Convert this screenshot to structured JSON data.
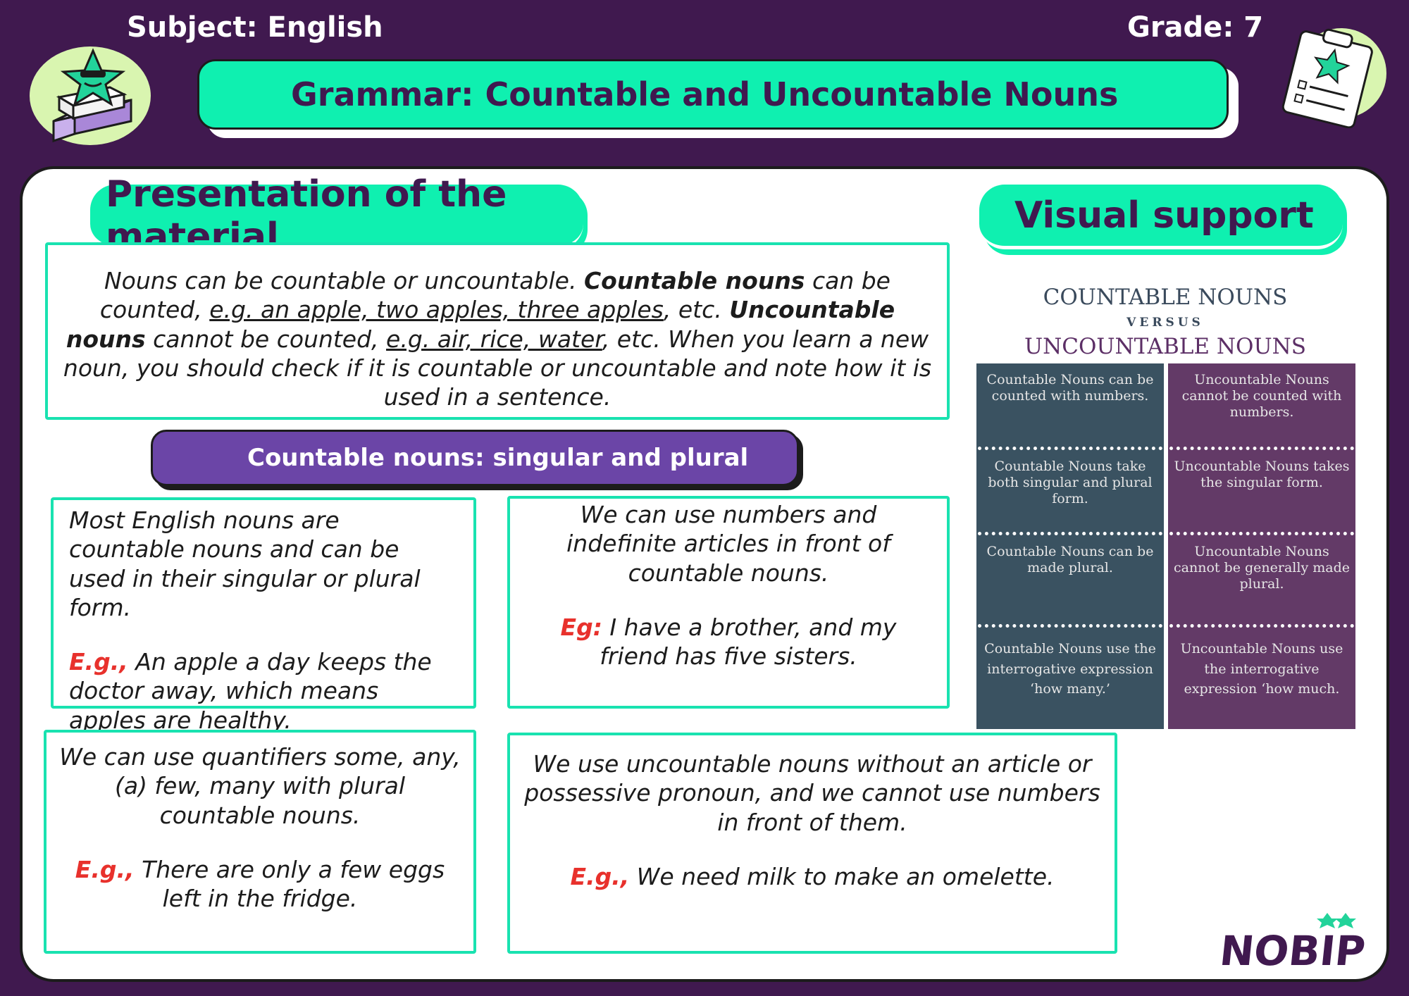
{
  "header": {
    "subject": "Subject: English",
    "grade": "Grade: 7",
    "title": "Grammar: Countable and Uncountable Nouns"
  },
  "sections": {
    "presentation_title": "Presentation of the material",
    "visual_title": "Visual support"
  },
  "intro": {
    "t1": "Nouns can be countable or uncountable. ",
    "t2": "Countable nouns",
    "t3": " can be counted, ",
    "t4": "e.g. an apple, two apples, three apples",
    "t5": ", etc. ",
    "t6": "Uncountable nouns",
    "t7": " cannot be counted, ",
    "t8": "e.g. air, rice, water",
    "t9": ", etc. When you learn a new noun, you should check if it is countable or uncountable and note how it is used in a sentence."
  },
  "subheading": "Countable nouns: singular and plural",
  "box_a": {
    "text": "Most English nouns are countable nouns and can be used in their singular or plural form.",
    "eg_label": "E.g.,",
    "eg_text": " An apple a day keeps the doctor away, which means apples are healthy."
  },
  "box_b": {
    "text": "We can use numbers and indefinite articles in front of countable nouns.",
    "eg_label": "Eg:",
    "eg_text": " I have a brother, and my friend has five sisters."
  },
  "box_c": {
    "text": "We can use quantifiers some, any, (a) few, many with plural countable nouns.",
    "eg_label": "E.g.,",
    "eg_text": " There are only a few eggs left in the fridge."
  },
  "box_d": {
    "text": "We use uncountable nouns without an article or possessive pronoun, and we cannot use numbers in front of them.",
    "eg_label": "E.g.,",
    "eg_text": " We need milk to make an omelette."
  },
  "visual": {
    "title1": "COUNTABLE NOUNS",
    "versus": "VERSUS",
    "title2": "UNCOUNTABLE NOUNS",
    "left": [
      "Countable Nouns can be counted with numbers.",
      "Countable Nouns take both singular and plural form.",
      "Countable Nouns can be made plural.",
      "Countable Nouns use the interrogative expression ‘how many.’"
    ],
    "right": [
      "Uncountable Nouns cannot be counted with numbers.",
      "Uncountable Nouns takes the singular form.",
      "Uncountable Nouns cannot be generally made plural.",
      "Uncountable Nouns use the interrogative expression ‘how much."
    ]
  },
  "logo": {
    "text": "NOBIP"
  },
  "colors": {
    "background": "#40194f",
    "accent": "#0ff0b0",
    "purple": "#6b45a7",
    "example": "#e8312c"
  }
}
